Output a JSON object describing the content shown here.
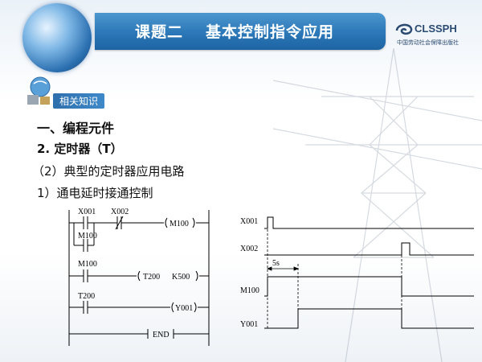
{
  "header": {
    "title_part1": "课题二",
    "title_part2": "基本控制指令应用",
    "logo_text": "CLSSPH",
    "logo_subtext": "中国劳动社会保障出版社"
  },
  "section_tag": "相关知识",
  "lines": {
    "heading": "一、编程元件",
    "subheading": "2. 定时器（T）",
    "item": "（2）典型的定时器应用电路",
    "subitem": "1）通电延时接通控制"
  },
  "ladder": {
    "rung1": {
      "contact1": "X001",
      "contact2": "X002",
      "coil": "M100",
      "seal": "M100"
    },
    "rung2": {
      "contact": "M100",
      "coil": "T200",
      "preset": "K500"
    },
    "rung3": {
      "contact": "T200",
      "coil": "Y001"
    },
    "end": "END"
  },
  "timing": {
    "signals": [
      "X001",
      "X002",
      "M100",
      "Y001"
    ],
    "delay_label": "5s"
  }
}
